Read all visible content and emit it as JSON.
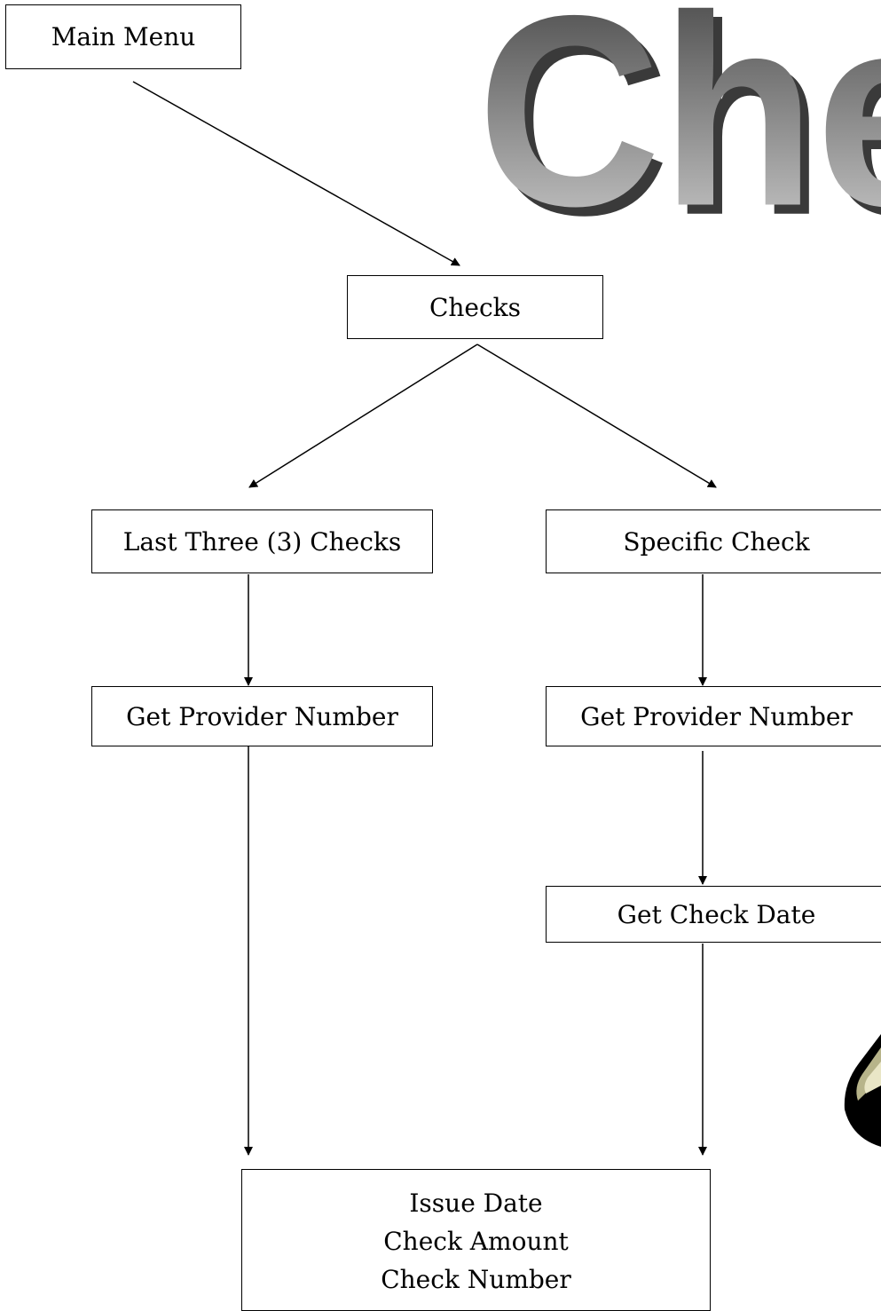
{
  "title_art": {
    "text": "Chec"
  },
  "nodes": {
    "main_menu": "Main Menu",
    "checks": "Checks",
    "last_three": "Last Three (3) Checks",
    "specific_check": "Specific Check",
    "left_provider": "Get Provider Number",
    "right_provider": "Get Provider Number",
    "check_date": "Get Check Date",
    "result_lines": [
      "Issue Date",
      "Check Amount",
      "Check Number"
    ]
  },
  "edges": [
    {
      "from": "main_menu",
      "to": "checks"
    },
    {
      "from": "checks",
      "to": "last_three"
    },
    {
      "from": "checks",
      "to": "specific_check"
    },
    {
      "from": "last_three",
      "to": "left_provider"
    },
    {
      "from": "specific_check",
      "to": "right_provider"
    },
    {
      "from": "right_provider",
      "to": "check_date"
    },
    {
      "from": "left_provider",
      "to": "result_lines"
    },
    {
      "from": "check_date",
      "to": "result_lines"
    }
  ],
  "colors": {
    "line": "#000000",
    "box_border": "#000000",
    "wordart_shadow": "#3a3a3a",
    "wordart_fill_top": "#3f3f3f",
    "wordart_fill_bottom": "#cfcfcf"
  },
  "icons": {
    "decoration": "pen-nib-icon"
  }
}
